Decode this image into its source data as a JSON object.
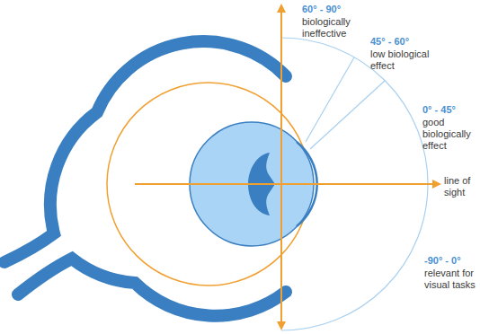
{
  "diagram": {
    "labels": [
      "60° - 90°",
      "biologically ineffective",
      "45° - 60°",
      "low biological effect",
      "0° - 45°",
      "good biologically effect",
      "line of sight",
      "-90° - 0°",
      "relevant for visual tasks"
    ]
  }
}
